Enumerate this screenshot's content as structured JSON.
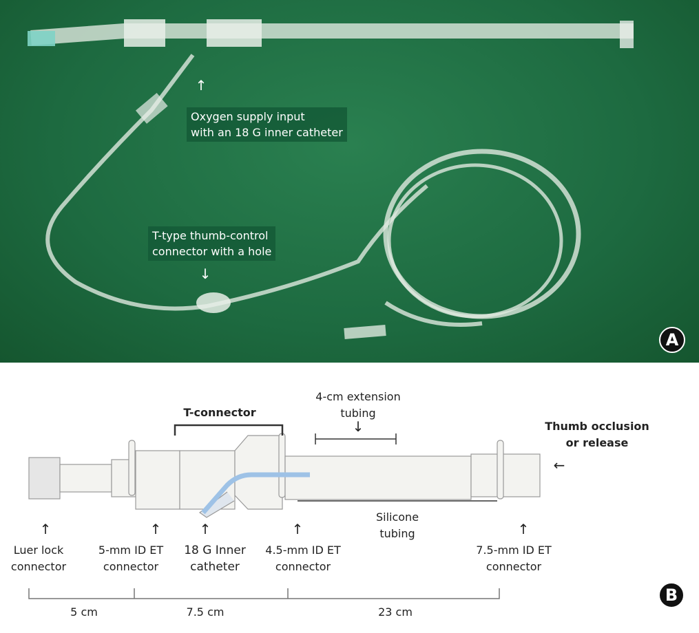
{
  "panel_a": {
    "badge": "A",
    "label_oxygen": [
      "Oxygen supply input",
      "with an 18 G inner catheter"
    ],
    "label_tconnector": [
      "T-type thumb-control",
      "connector with a hole"
    ]
  },
  "panel_b": {
    "badge": "B",
    "t_connector": "T-connector",
    "extension": [
      "4-cm extension",
      "tubing"
    ],
    "thumb": [
      "Thumb occlusion",
      "or release"
    ],
    "silicone": [
      "Silicone",
      "tubing"
    ],
    "luer": [
      "Luer lock",
      "connector"
    ],
    "et5": [
      "5-mm ID ET",
      "connector"
    ],
    "catheter": [
      "18 G Inner",
      "catheter"
    ],
    "et45": [
      "4.5-mm ID ET",
      "connector"
    ],
    "et75": [
      "7.5-mm ID ET",
      "connector"
    ],
    "dims": [
      "5 cm",
      "7.5 cm",
      "23 cm"
    ],
    "up_arrow": "↑",
    "down_arrow": "↓",
    "left_arrow": "←"
  }
}
